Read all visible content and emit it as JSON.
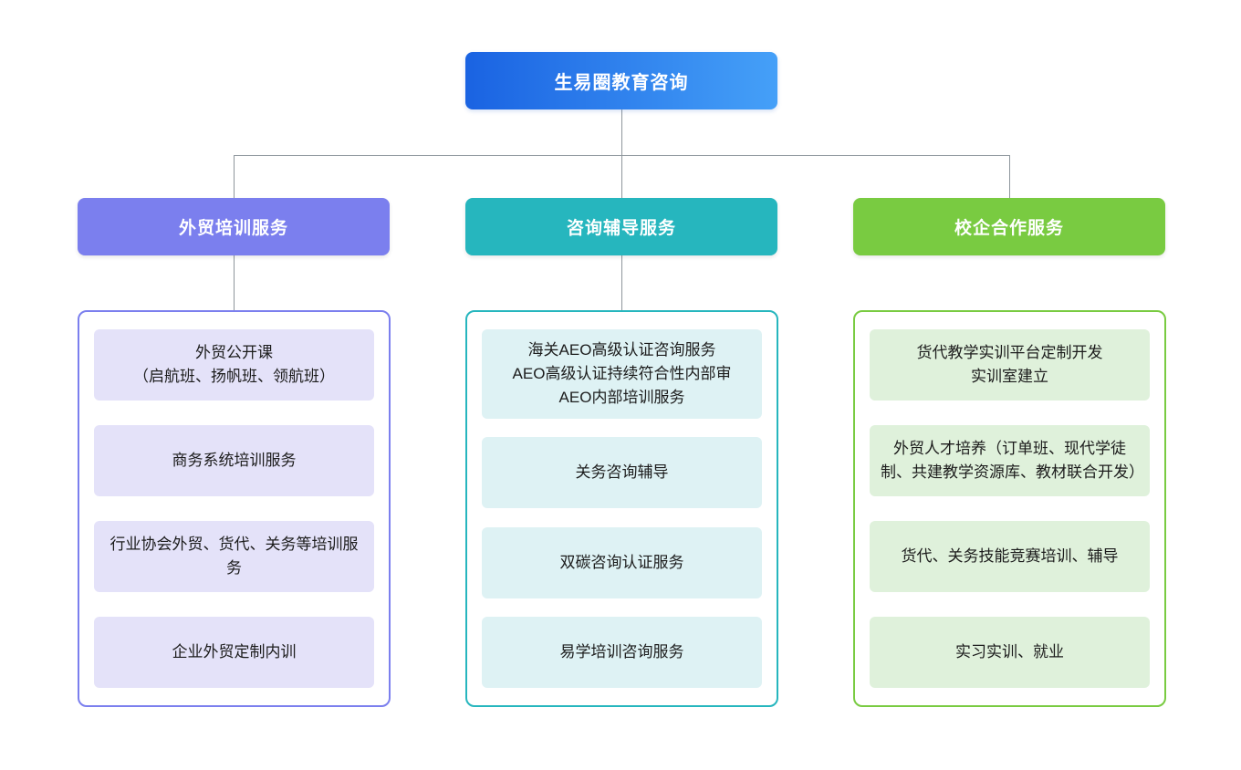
{
  "colors": {
    "root_gradient_start": "#1A63E2",
    "root_gradient_end": "#45A0F8",
    "branch1_accent": "#7B7FEE",
    "branch1_item_bg": "#E4E2F9",
    "branch2_accent": "#26B6BE",
    "branch2_item_bg": "#DEF2F4",
    "branch3_accent": "#79CB41",
    "branch3_item_bg": "#DFF1DB",
    "connector": "#8E969C",
    "item_text": "#1C1C1C"
  },
  "root": {
    "label": "生易圈教育咨询"
  },
  "branches": [
    {
      "label": "外贸培训服务",
      "items": [
        {
          "lines": [
            "外贸公开课",
            "（启航班、扬帆班、领航班）"
          ]
        },
        {
          "lines": [
            "商务系统培训服务"
          ]
        },
        {
          "lines": [
            "行业协会外贸、货代、关务等培训服务"
          ]
        },
        {
          "lines": [
            "企业外贸定制内训"
          ]
        }
      ]
    },
    {
      "label": "咨询辅导服务",
      "items": [
        {
          "lines": [
            "海关AEO高级认证咨询服务",
            "AEO高级认证持续符合性内部审",
            "AEO内部培训服务"
          ]
        },
        {
          "lines": [
            "关务咨询辅导"
          ]
        },
        {
          "lines": [
            "双碳咨询认证服务"
          ]
        },
        {
          "lines": [
            "易学培训咨询服务"
          ]
        }
      ]
    },
    {
      "label": "校企合作服务",
      "items": [
        {
          "lines": [
            "货代教学实训平台定制开发",
            "实训室建立"
          ]
        },
        {
          "lines": [
            "外贸人才培养（订单班、现代学徒制、共建教学资源库、教材联合开发）"
          ]
        },
        {
          "lines": [
            "货代、关务技能竞赛培训、辅导"
          ]
        },
        {
          "lines": [
            "实习实训、就业"
          ]
        }
      ]
    }
  ]
}
